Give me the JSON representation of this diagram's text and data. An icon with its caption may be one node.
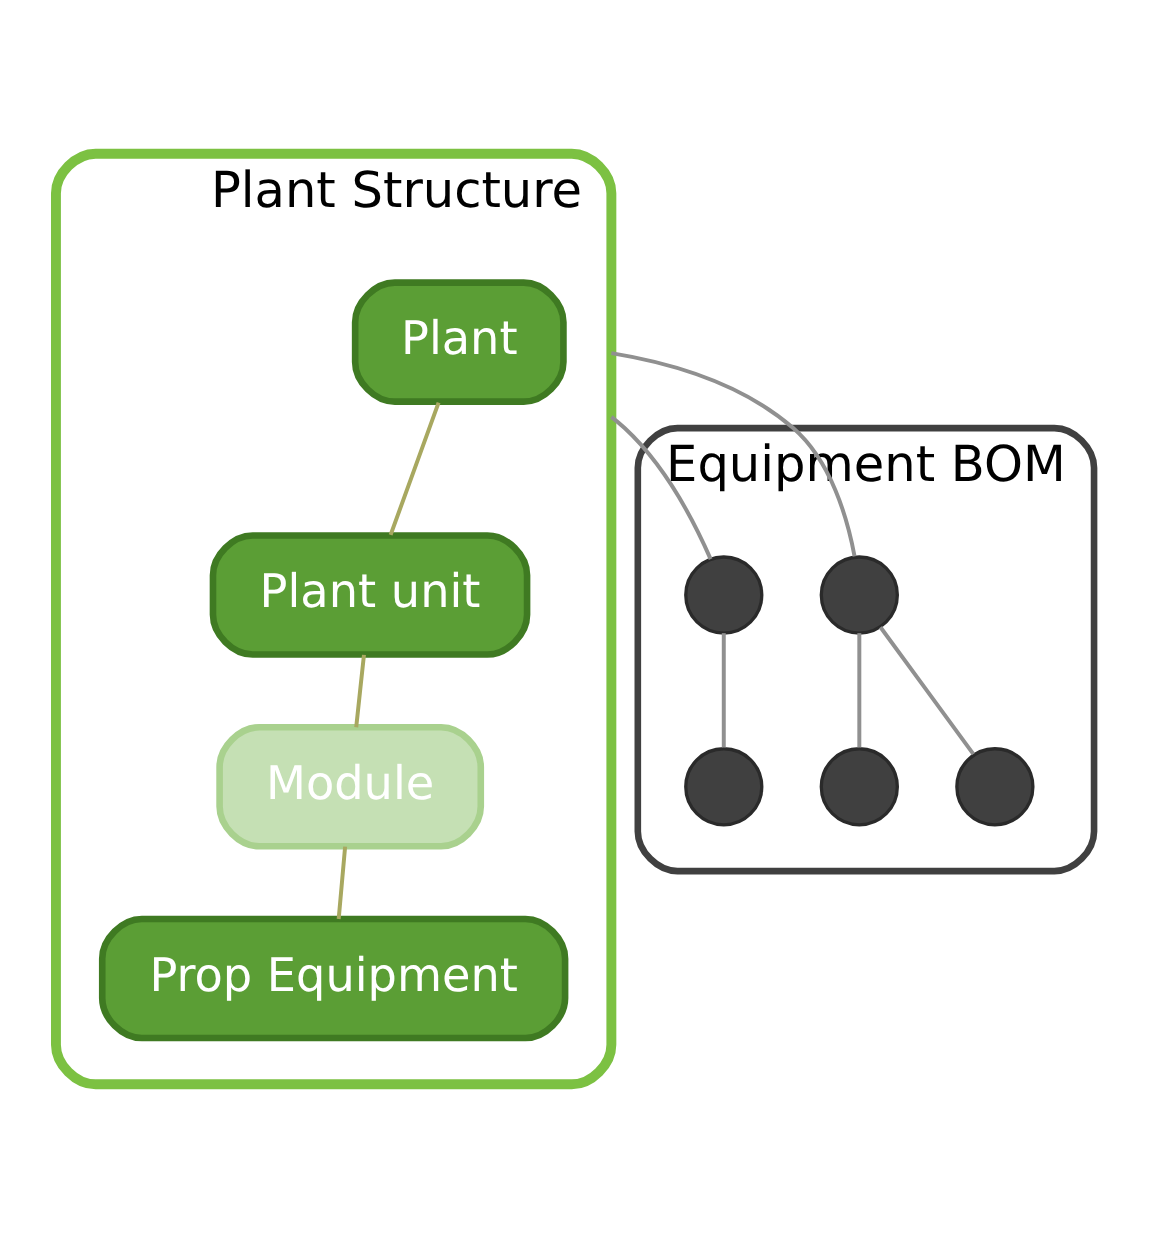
{
  "diagram": {
    "nodes": [
      {
        "text": [
          "Plant Structure"
        ]
      },
      {
        "text": [
          "Plant"
        ],
        "in": 0
      },
      {
        "text": [
          "Plant unit"
        ],
        "in": 0
      },
      {
        "text": [
          "Module"
        ],
        "in": 0
      },
      {
        "text": [
          "Prop Equipment"
        ],
        "in": 0
      },
      {
        "text": [
          "Equipment BOM"
        ]
      },
      {
        "text": [],
        "shape": "circle",
        "in": 5
      },
      {
        "text": [],
        "shape": "circle",
        "in": 5
      },
      {
        "text": [],
        "shape": "circle",
        "in": 5
      },
      {
        "text": [],
        "shape": "circle",
        "in": 5
      },
      {
        "text": [],
        "shape": "circle",
        "in": 5
      }
    ],
    "edges": [
      {
        "from": 1,
        "to": 2,
        "arrow": "none",
        "color": "#a8a860"
      },
      {
        "from": 2,
        "to": 3,
        "arrow": "none",
        "color": "#a8a860"
      },
      {
        "from": 3,
        "to": 4,
        "arrow": "none",
        "color": "#a8a860"
      },
      {
        "from": 0,
        "to": 6,
        "arrow": "none"
      },
      {
        "from": 0,
        "to": 9,
        "arrow": "none"
      },
      {
        "from": 6,
        "to": 7,
        "arrow": "none"
      },
      {
        "from": 6,
        "to": 8,
        "arrow": "none"
      },
      {
        "from": 9,
        "to": 10,
        "arrow": "none"
      }
    ]
  }
}
